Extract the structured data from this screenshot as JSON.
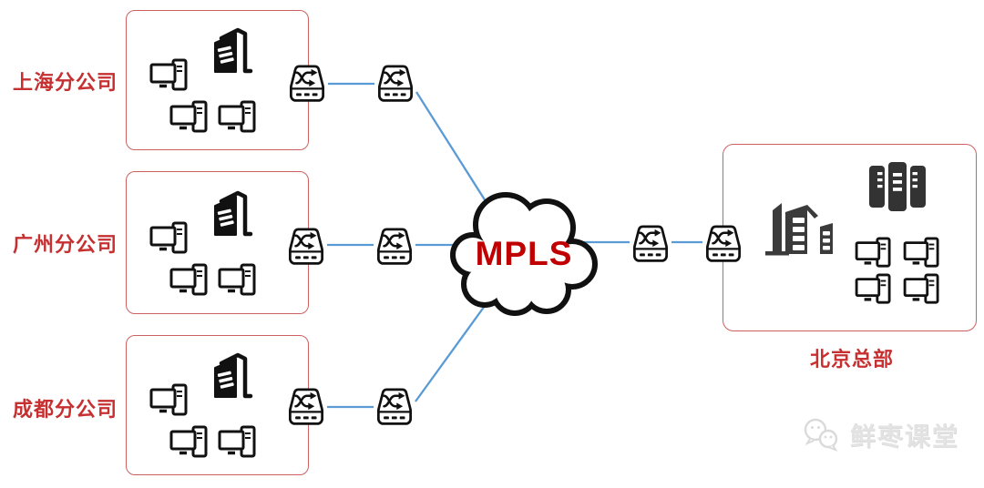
{
  "branches": [
    {
      "label": "上海分公司"
    },
    {
      "label": "广州分公司"
    },
    {
      "label": "成都分公司"
    }
  ],
  "cloud": {
    "label": "MPLS"
  },
  "headquarters": {
    "label": "北京总部"
  },
  "watermark": {
    "text": "鲜枣课堂"
  },
  "colors": {
    "label_red": "#c63031",
    "mpls_red": "#c00000",
    "box_border_red": "#cd6161",
    "link_blue": "#5b9bd5",
    "icon_black": "#111111",
    "icon_dark_gray": "#3b3b3b",
    "watermark_gray": "#e3e3e3"
  },
  "icons": {
    "switch": "network-switch-icon",
    "branch_building": "office-building-icon",
    "hq_building": "headquarters-building-icon",
    "computer": "desktop-computer-icon",
    "server_rack": "server-rack-icon",
    "cloud": "mpls-cloud-icon",
    "watermark_logo": "wechat-bubbles-icon"
  }
}
